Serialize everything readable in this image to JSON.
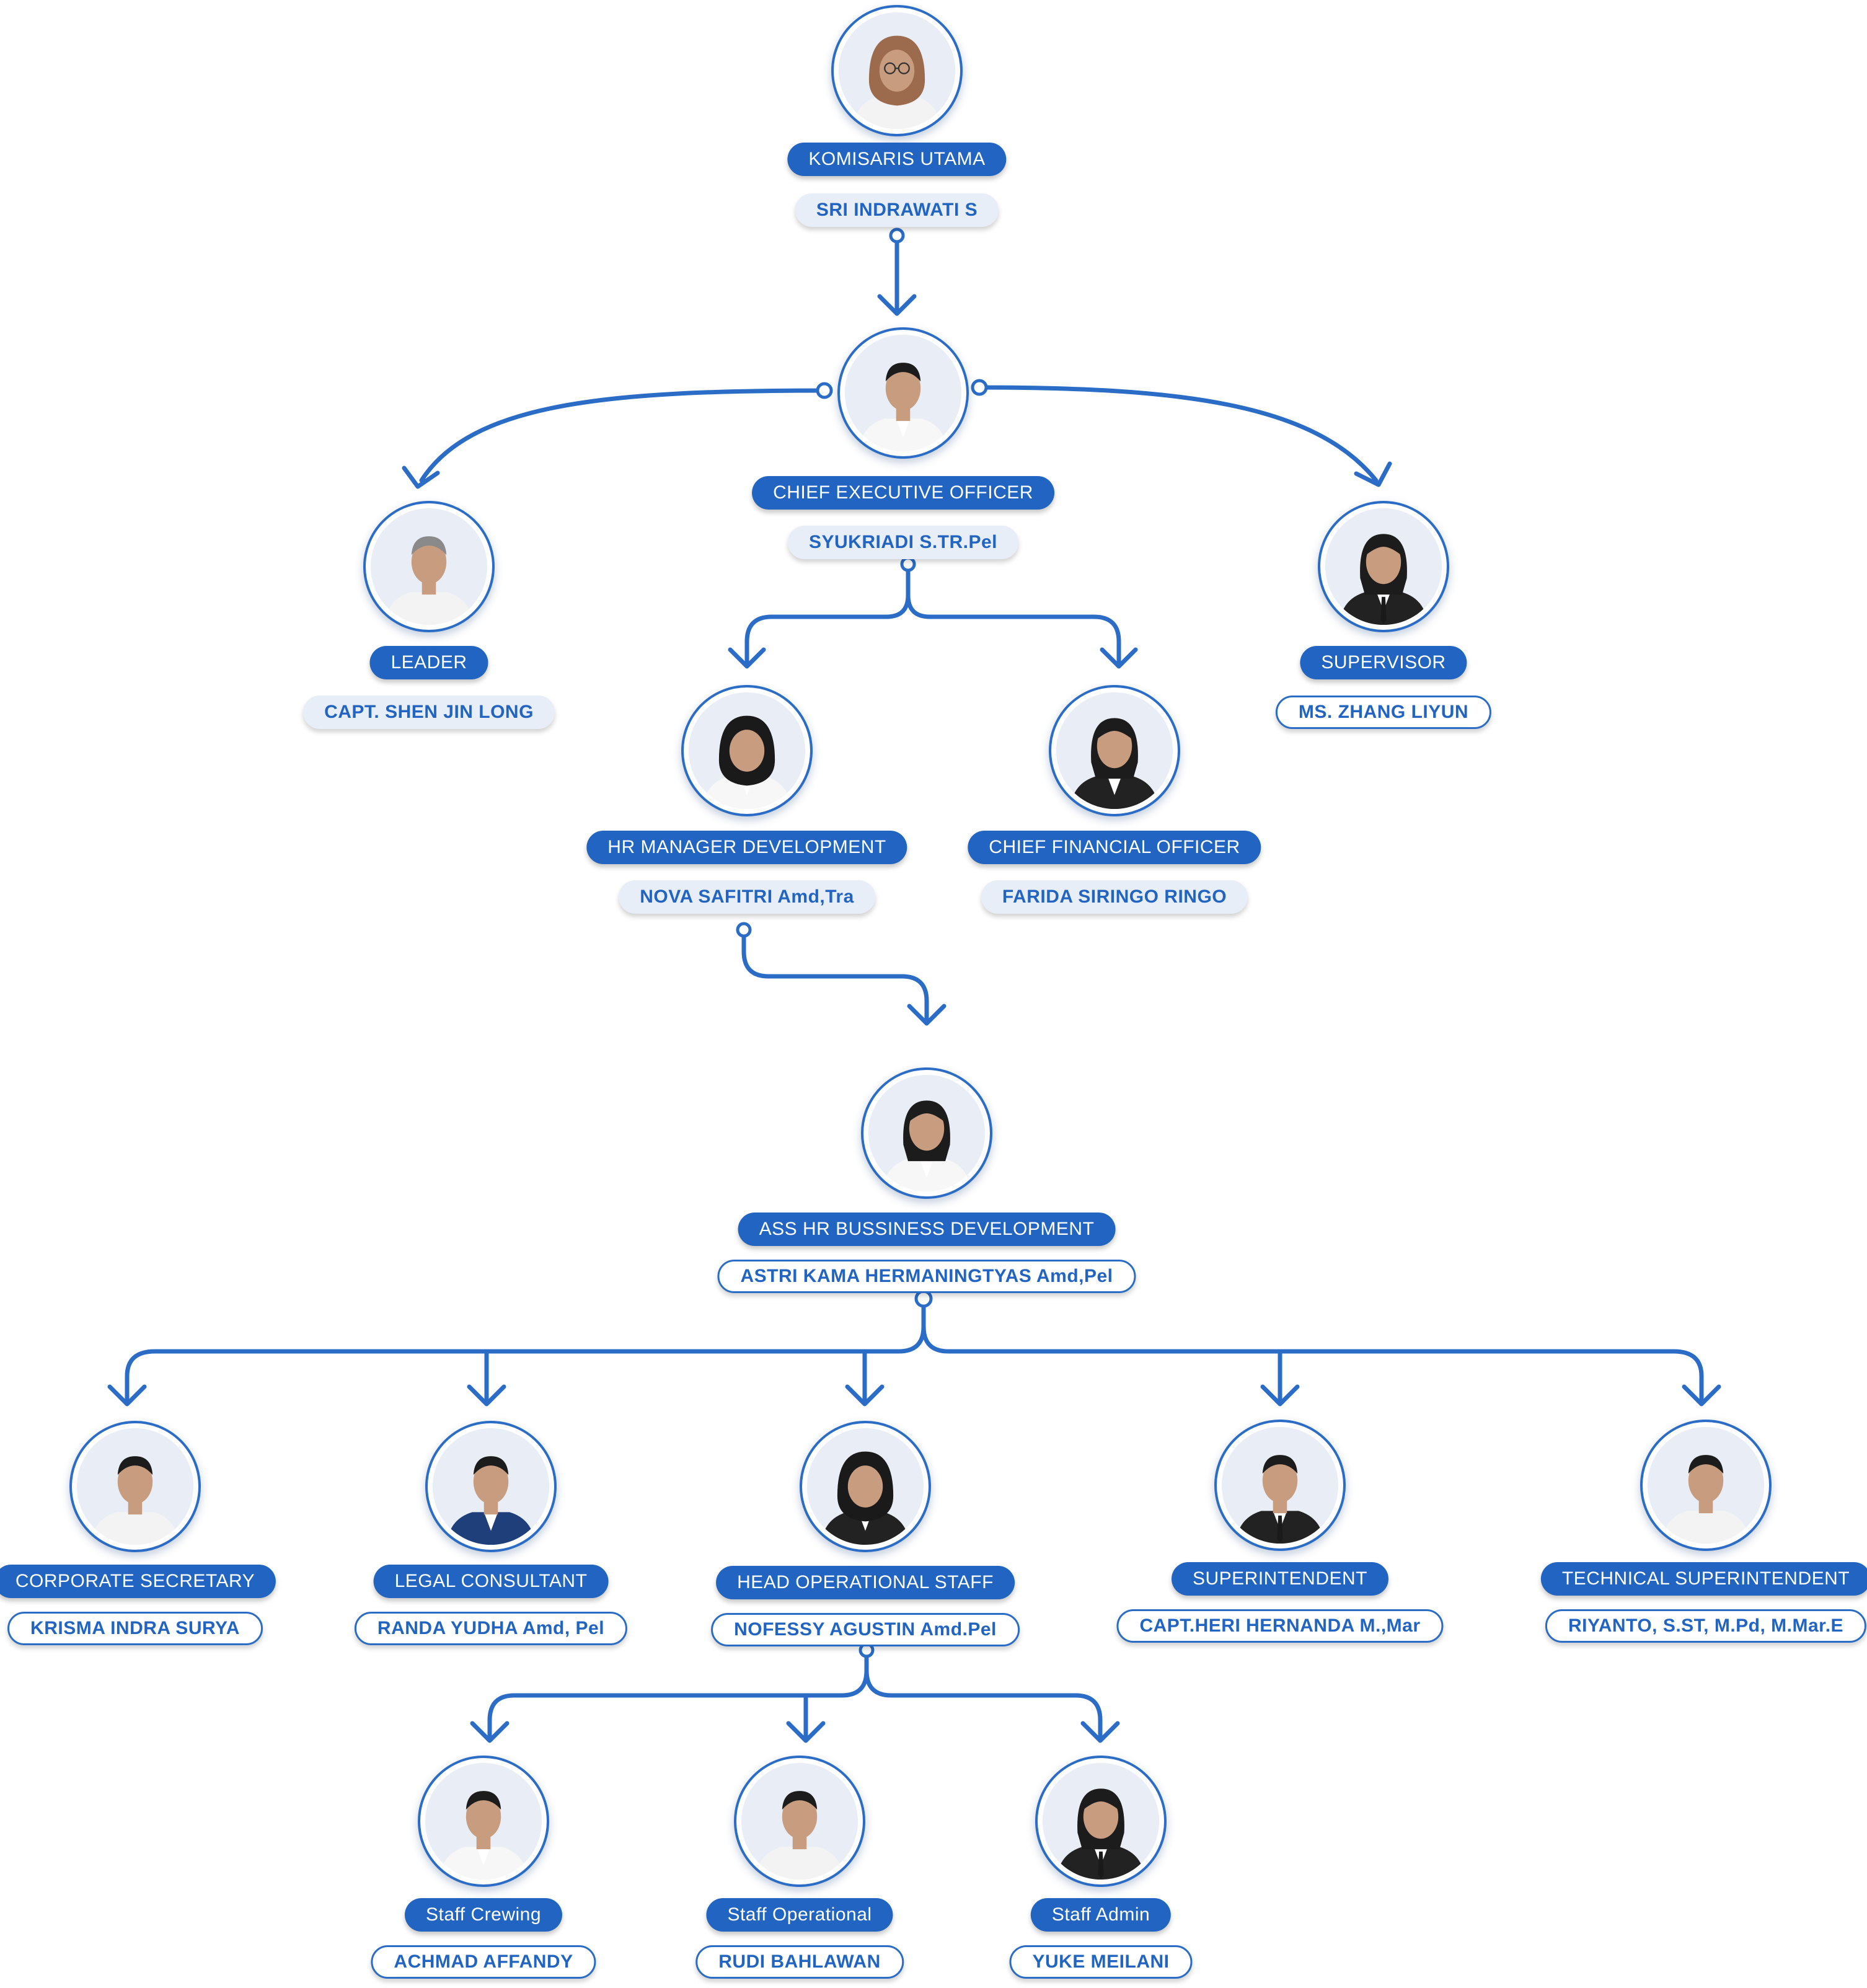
{
  "colors": {
    "accent": "#2264c2",
    "line": "#2a6cc6",
    "name_bg": "#e8eef8"
  },
  "people": {
    "komisaris": {
      "role": "KOMISARIS UTAMA",
      "name": "SRI INDRAWATI S",
      "photo": "woman-hijab-glasses-portrait"
    },
    "ceo": {
      "role": "CHIEF EXECUTIVE OFFICER",
      "name": "SYUKRIADI S.TR.Pel",
      "photo": "man-uniform-portrait"
    },
    "leader": {
      "role": "LEADER",
      "name": "CAPT. SHEN JIN LONG",
      "photo": "older-man-portrait"
    },
    "supervisor": {
      "role": "SUPERVISOR",
      "name": "MS. ZHANG LIYUN",
      "photo": "woman-tie-portrait"
    },
    "hr_manager": {
      "role": "HR MANAGER DEVELOPMENT",
      "name": "NOVA SAFITRI Amd,Tra",
      "photo": "woman-hijab-uniform-portrait"
    },
    "cfo": {
      "role": "CHIEF FINANCIAL OFFICER",
      "name": "FARIDA SIRINGO RINGO",
      "photo": "woman-suit-portrait"
    },
    "ass_hr": {
      "role": "ASS HR BUSSINESS DEVELOPMENT",
      "name": "ASTRI KAMA HERMANINGTYAS Amd,Pel",
      "photo": "woman-uniform-portrait"
    },
    "corp_sec": {
      "role": "CORPORATE SECRETARY",
      "name": "KRISMA INDRA SURYA",
      "photo": "man-portrait"
    },
    "legal": {
      "role": "LEGAL CONSULTANT",
      "name": "RANDA YUDHA Amd, Pel",
      "photo": "man-suit-portrait"
    },
    "head_ops": {
      "role": "HEAD OPERATIONAL STAFF",
      "name": "NOFESSY AGUSTIN  Amd.Pel",
      "photo": "woman-hijab-suit-portrait"
    },
    "superint": {
      "role": "SUPERINTENDENT",
      "name": "CAPT.HERI HERNANDA M.,Mar",
      "photo": "man-uniform-tie-portrait"
    },
    "tech_sup": {
      "role": "TECHNICAL SUPERINTENDENT",
      "name": "RIYANTO, S.ST, M.Pd, M.Mar.E",
      "photo": "man-portrait"
    },
    "crewing": {
      "role": "Staff Crewing",
      "name": "ACHMAD AFFANDY",
      "photo": "man-uniform-lanyard-portrait"
    },
    "operational": {
      "role": "Staff Operational",
      "name": "RUDI BAHLAWAN",
      "photo": "man-shirt-portrait"
    },
    "admin": {
      "role": "Staff Admin",
      "name": "YUKE MEILANI",
      "photo": "woman-tie-portrait"
    }
  }
}
